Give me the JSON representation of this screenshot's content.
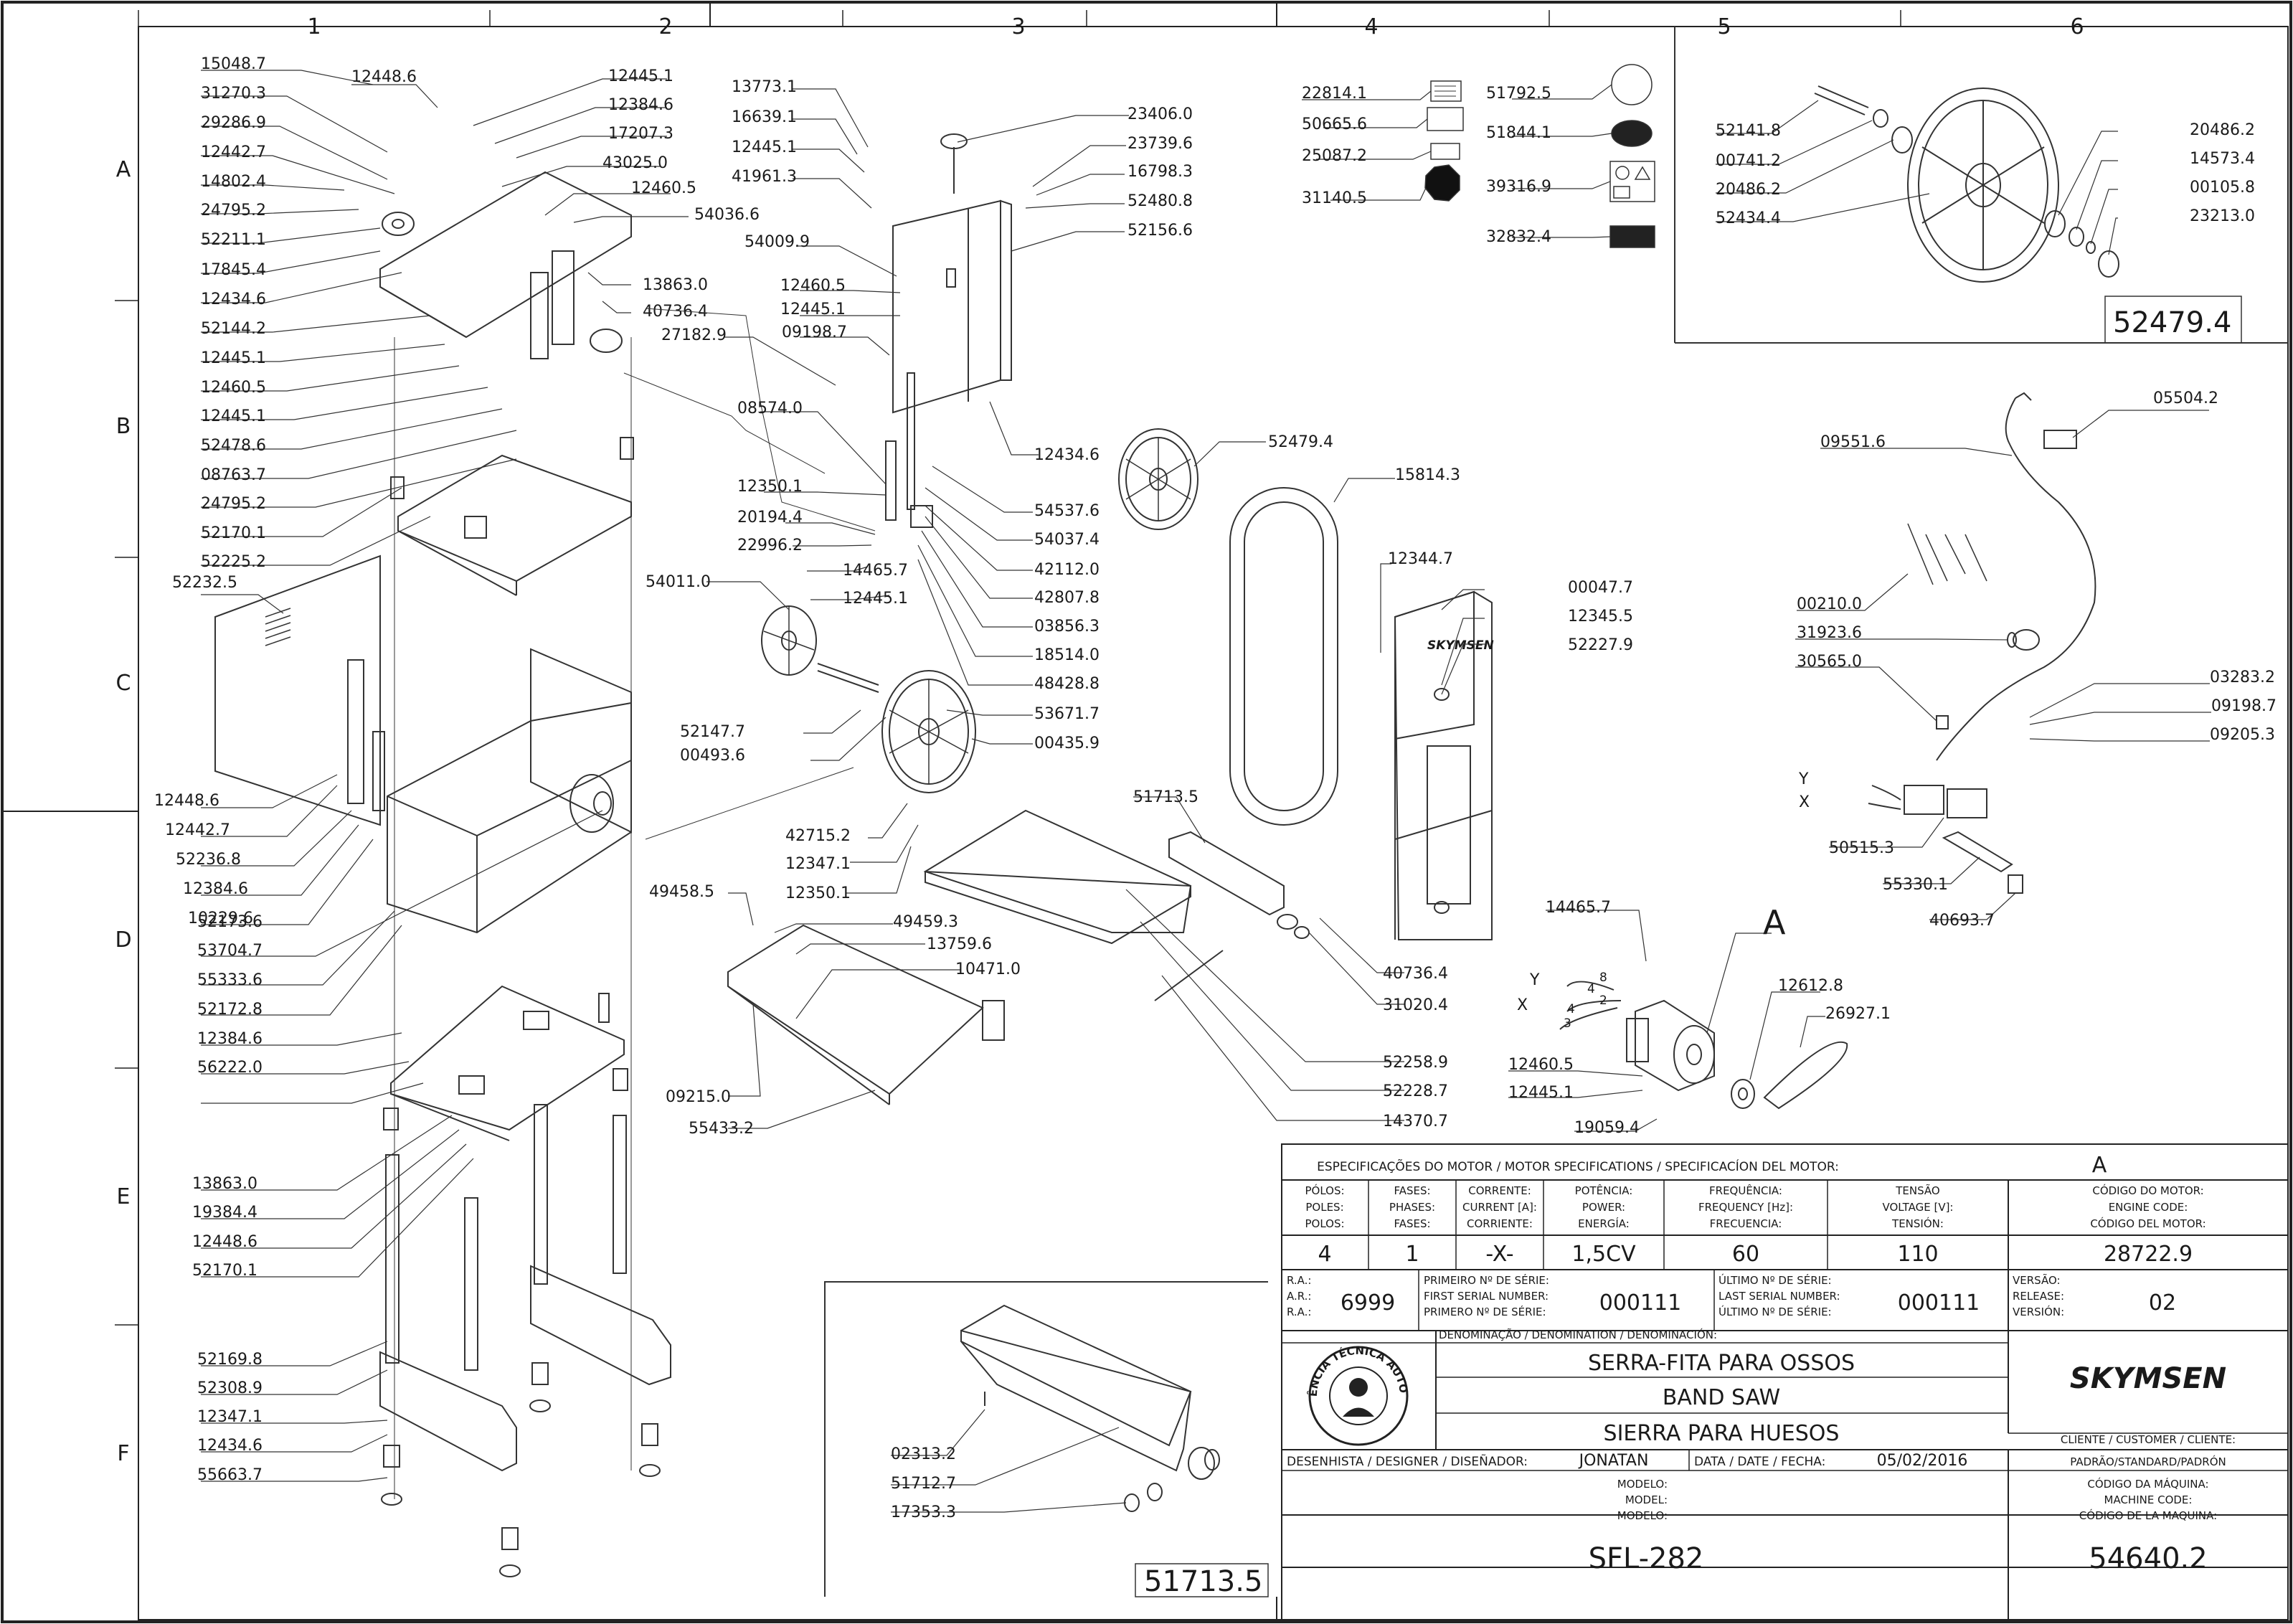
{
  "grid": {
    "columns": [
      "1",
      "2",
      "3",
      "4",
      "5",
      "6"
    ],
    "rows": [
      "A",
      "B",
      "C",
      "D",
      "E",
      "F"
    ]
  },
  "callouts": {
    "part_left": [
      "15048.7",
      "31270.3",
      "29286.9",
      "12442.7",
      "14802.4",
      "24795.2",
      "52211.1",
      "17845.4",
      "12434.6",
      "52144.2",
      "12445.1",
      "12460.5",
      "12445.1",
      "52478.6",
      "08763.7",
      "24795.2",
      "52170.1",
      "52225.2",
      "52232.5",
      "12448.6",
      "12442.7",
      "52236.8",
      "12384.6",
      "10229.6",
      "52173.6",
      "53704.7",
      "55333.6",
      "52172.8",
      "12384.6",
      "56222.0",
      "13863.0",
      "19384.4",
      "12448.6",
      "52170.1",
      "52169.8",
      "52308.9",
      "12347.1",
      "12434.6",
      "55663.7"
    ],
    "part_top": [
      "12448.6",
      "12445.1",
      "12384.6",
      "17207.3",
      "43025.0",
      "12460.5",
      "54036.6",
      "13863.0",
      "40736.4"
    ],
    "part_center_left": [
      "13773.1",
      "16639.1",
      "12445.1",
      "41961.3",
      "54009.9",
      "12460.5",
      "12445.1",
      "09198.7",
      "27182.9",
      "08574.0",
      "12350.1",
      "20194.4",
      "22996.2",
      "14465.7",
      "12445.1",
      "54011.0",
      "52147.7",
      "00493.6",
      "42715.2",
      "12347.1",
      "12350.1",
      "49458.5",
      "49459.3",
      "13759.6",
      "10471.0",
      "09215.0",
      "55433.2"
    ],
    "part_center_right": [
      "23406.0",
      "23739.6",
      "16798.3",
      "52480.8",
      "52156.6",
      "12434.6",
      "54537.6",
      "54037.4",
      "42112.0",
      "42807.8",
      "03856.3",
      "18514.0",
      "48428.8",
      "53671.7",
      "00435.9",
      "52479.4",
      "51713.5",
      "52258.9",
      "52228.7",
      "14370.7"
    ],
    "part_decals_left": [
      "22814.1",
      "50665.6",
      "25087.2",
      "31140.5"
    ],
    "part_decals_right": [
      "51792.5",
      "51844.1",
      "39316.9",
      "32832.4"
    ],
    "part_frame": [
      "15814.3",
      "12344.7",
      "00047.7",
      "12345.5",
      "52227.9",
      "40736.4",
      "31020.4"
    ],
    "part_motor": [
      "14465.7",
      "12460.5",
      "12445.1",
      "19059.4",
      "12612.8",
      "26927.1"
    ],
    "part_wheel_box": [
      "52141.8",
      "00741.2",
      "20486.2",
      "52434.4",
      "20486.2",
      "14573.4",
      "00105.8",
      "23213.0"
    ],
    "part_electric": [
      "05504.2",
      "09551.6",
      "00210.0",
      "31923.6",
      "30565.0",
      "03283.2",
      "09198.7",
      "09205.3",
      "50515.3",
      "55330.1",
      "40693.7"
    ],
    "wire_labels": [
      "Y",
      "X"
    ],
    "motor_wire_labels": [
      "Y",
      "X",
      "8",
      "4",
      "2",
      "4",
      "3"
    ],
    "motor_detail_label": "A",
    "inset_box_id": "52479.4",
    "fence_inset_parts": [
      "02313.2",
      "51712.7",
      "17353.3"
    ],
    "fence_inset_id": "51713.5"
  },
  "title_block": {
    "motor_spec_header": "ESPECIFICAÇÕES DO MOTOR / MOTOR SPECIFICATIONS / SPECIFICACÍON DEL MOTOR:",
    "motor_letter": "A",
    "col_headers": [
      [
        "PÓLOS:",
        "POLES:",
        "POLOS:"
      ],
      [
        "FASES:",
        "PHASES:",
        "FASES:"
      ],
      [
        "CORRENTE:",
        "CURRENT [A]:",
        "CORRIENTE:"
      ],
      [
        "POTÊNCIA:",
        "POWER:",
        "ENERGÍA:"
      ],
      [
        "FREQUÊNCIA:",
        "FREQUENCY [Hz]:",
        "FRECUENCIA:"
      ],
      [
        "TENSÃO",
        "VOLTAGE [V]:",
        "TENSIÓN:"
      ],
      [
        "CÓDIGO DO MOTOR:",
        "ENGINE CODE:",
        "CÓDIGO DEL MOTOR:"
      ]
    ],
    "col_values": [
      "4",
      "1",
      "-X-",
      "1,5CV",
      "60",
      "110",
      "28722.9"
    ],
    "ra_labels": [
      "R.A.:",
      "A.R.:",
      "R.A.:"
    ],
    "ra_value": "6999",
    "first_serial_labels": [
      "PRIMEIRO Nº DE SÉRIE:",
      "FIRST SERIAL NUMBER:",
      "PRIMERO Nº DE SÉRIE:"
    ],
    "first_serial_value": "000111",
    "last_serial_labels": [
      "ÚLTIMO Nº DE SÉRIE:",
      "LAST SERIAL NUMBER:",
      "ÚLTIMO Nº DE SÉRIE:"
    ],
    "last_serial_value": "000111",
    "version_labels": [
      "VERSÃO:",
      "RELEASE:",
      "VERSIÓN:"
    ],
    "version_value": "02",
    "denomination_header": "DENOMINAÇÃO / DENOMINATION / DENOMINACIÓN:",
    "denominations": [
      "SERRA-FITA PARA OSSOS",
      "BAND SAW",
      "SIERRA PARA HUESOS"
    ],
    "seal_text": "ASSISTÊNCIA TÉCNICA AUTORIZADA",
    "brand": "SKYMSEN",
    "customer_label": "CLIENTE / CUSTOMER / CLIENTE:",
    "customer_value": "PADRÃO/STANDARD/PADRÓN",
    "designer_label": "DESENHISTA / DESIGNER / DISEÑADOR:",
    "designer_value": "JONATAN",
    "date_label": "DATA / DATE / FECHA:",
    "date_value": "05/02/2016",
    "model_labels": [
      "MODELO:",
      "MODEL:",
      "MODELO:"
    ],
    "model_value": "SFL-282",
    "machine_code_labels": [
      "CÓDIGO DA MÁQUINA:",
      "MACHINE CODE:",
      "CÓDIGO DE LA MAQUINA:"
    ],
    "machine_code_value": "54640.2"
  }
}
